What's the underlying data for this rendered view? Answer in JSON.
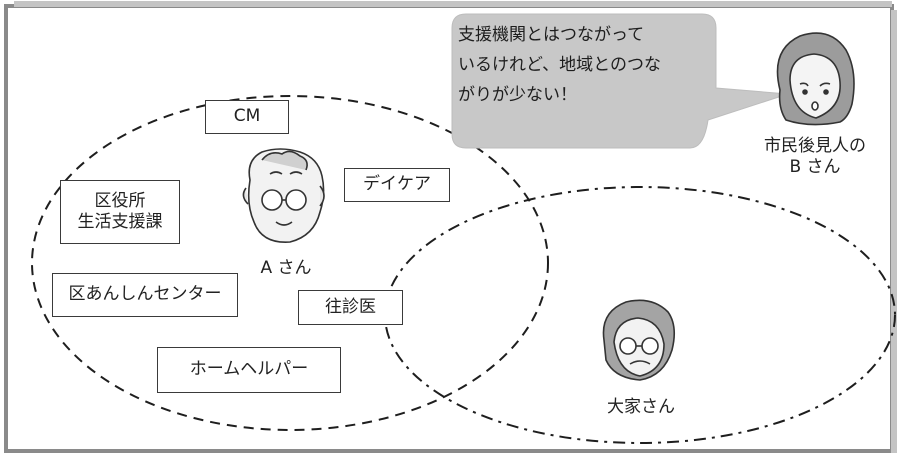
{
  "bubble": {
    "lines": [
      "支援機関とはつながって",
      "いるけれど、地域とのつな",
      "がりが少ない！"
    ]
  },
  "people": {
    "a": {
      "label": "A さん",
      "icon": "elderly-man-icon"
    },
    "b": {
      "label_lines": [
        "市民後見人の",
        "B さん"
      ],
      "icon": "woman-icon"
    },
    "landlord": {
      "label": "大家さん",
      "icon": "elderly-woman-icon"
    }
  },
  "boxes": {
    "cm": "CM",
    "ward_office": [
      "区役所",
      "生活支援課"
    ],
    "day_care": "デイケア",
    "anshin_center": "区あんしんセンター",
    "home_visit_doctor": "往診医",
    "home_helper": "ホームヘルパー"
  },
  "colors": {
    "frame": "#888888",
    "bubble": "#c8c8c8",
    "line": "#222222"
  }
}
